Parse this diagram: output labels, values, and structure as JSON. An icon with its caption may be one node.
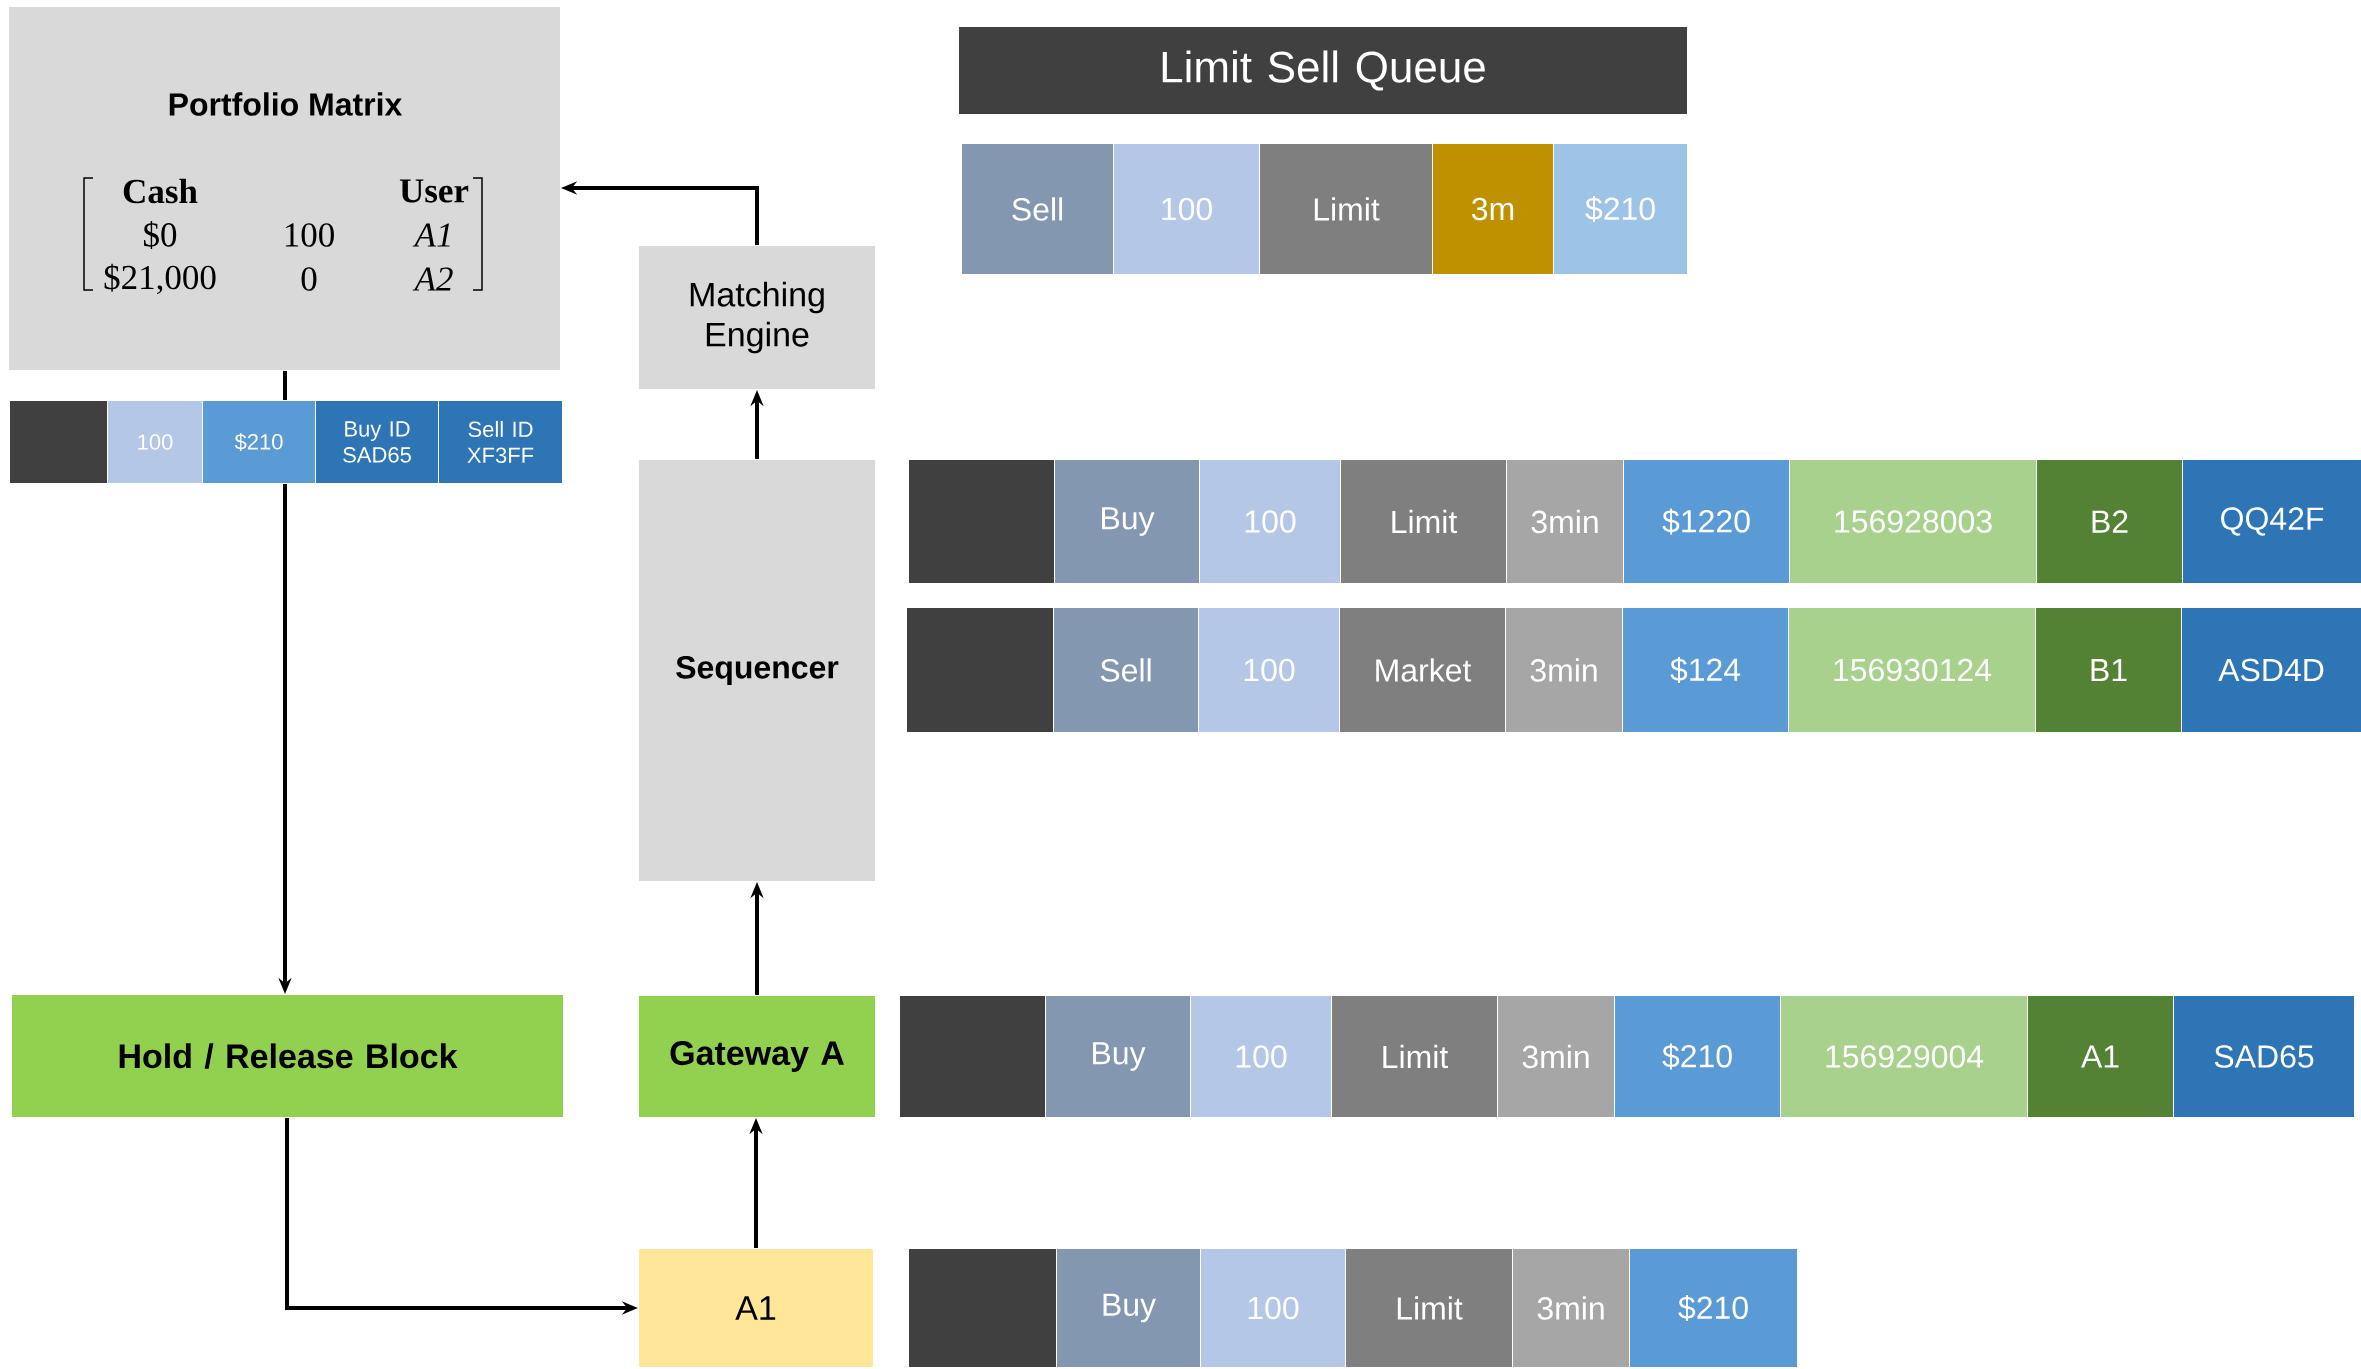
{
  "diagram": {
    "nodes": [
      {
        "text": [
          "Portfolio Matrix",
          "Cash",
          "User",
          "$0",
          "100",
          "A1",
          "$21,000",
          "0",
          "A2"
        ]
      },
      {
        "text": [
          "Limit Sell Queue"
        ]
      },
      {
        "text": [
          "Sell"
        ]
      },
      {
        "text": [
          "100"
        ]
      },
      {
        "text": [
          "Limit"
        ]
      },
      {
        "text": [
          "3m"
        ]
      },
      {
        "text": [
          "$210"
        ]
      },
      {
        "text": [
          "Matching Engine"
        ]
      },
      {
        "text": [],
        "shape": "box"
      },
      {
        "text": [
          "100"
        ]
      },
      {
        "text": [
          "$210"
        ]
      },
      {
        "text": [
          "Buy ID SAD65"
        ]
      },
      {
        "text": [
          "Sell ID XF3FF"
        ]
      },
      {
        "text": [
          "Sequencer"
        ]
      },
      {
        "text": [],
        "shape": "box"
      },
      {
        "text": [
          "Buy"
        ]
      },
      {
        "text": [
          "100"
        ]
      },
      {
        "text": [
          "Limit"
        ]
      },
      {
        "text": [
          "3min"
        ]
      },
      {
        "text": [
          "$1220"
        ]
      },
      {
        "text": [
          "156928003"
        ]
      },
      {
        "text": [
          "B2"
        ]
      },
      {
        "text": [
          "QQ42F"
        ]
      },
      {
        "text": [],
        "shape": "box"
      },
      {
        "text": [
          "Sell"
        ]
      },
      {
        "text": [
          "100"
        ]
      },
      {
        "text": [
          "Market"
        ]
      },
      {
        "text": [
          "3min"
        ]
      },
      {
        "text": [
          "$124"
        ]
      },
      {
        "text": [
          "156930124"
        ]
      },
      {
        "text": [
          "B1"
        ]
      },
      {
        "text": [
          "ASD4D"
        ]
      },
      {
        "text": [
          "Hold / Release Block"
        ]
      },
      {
        "text": [
          "Gateway A"
        ]
      },
      {
        "text": [],
        "shape": "box"
      },
      {
        "text": [
          "Buy"
        ]
      },
      {
        "text": [
          "100"
        ]
      },
      {
        "text": [
          "Limit"
        ]
      },
      {
        "text": [
          "3min"
        ]
      },
      {
        "text": [
          "$210"
        ]
      },
      {
        "text": [
          "156929004"
        ]
      },
      {
        "text": [
          "A1"
        ]
      },
      {
        "text": [
          "SAD65"
        ]
      },
      {
        "text": [
          "A1"
        ]
      },
      {
        "text": [],
        "shape": "box"
      },
      {
        "text": [
          "Buy"
        ]
      },
      {
        "text": [
          "100"
        ]
      },
      {
        "text": [
          "Limit"
        ]
      },
      {
        "text": [
          "3min"
        ]
      },
      {
        "text": [
          "$210"
        ]
      }
    ],
    "edges": [
      {
        "from": 0,
        "to": 10,
        "arrow": "none"
      },
      {
        "from": 10,
        "to": 32,
        "arrow": "to"
      },
      {
        "from": 32,
        "to": 43,
        "arrow": "to"
      },
      {
        "from": 43,
        "to": 33,
        "arrow": "to"
      },
      {
        "from": 33,
        "to": 13,
        "arrow": "to"
      },
      {
        "from": 13,
        "to": 7,
        "arrow": "to"
      },
      {
        "from": 7,
        "to": 0,
        "arrow": "to"
      }
    ]
  }
}
